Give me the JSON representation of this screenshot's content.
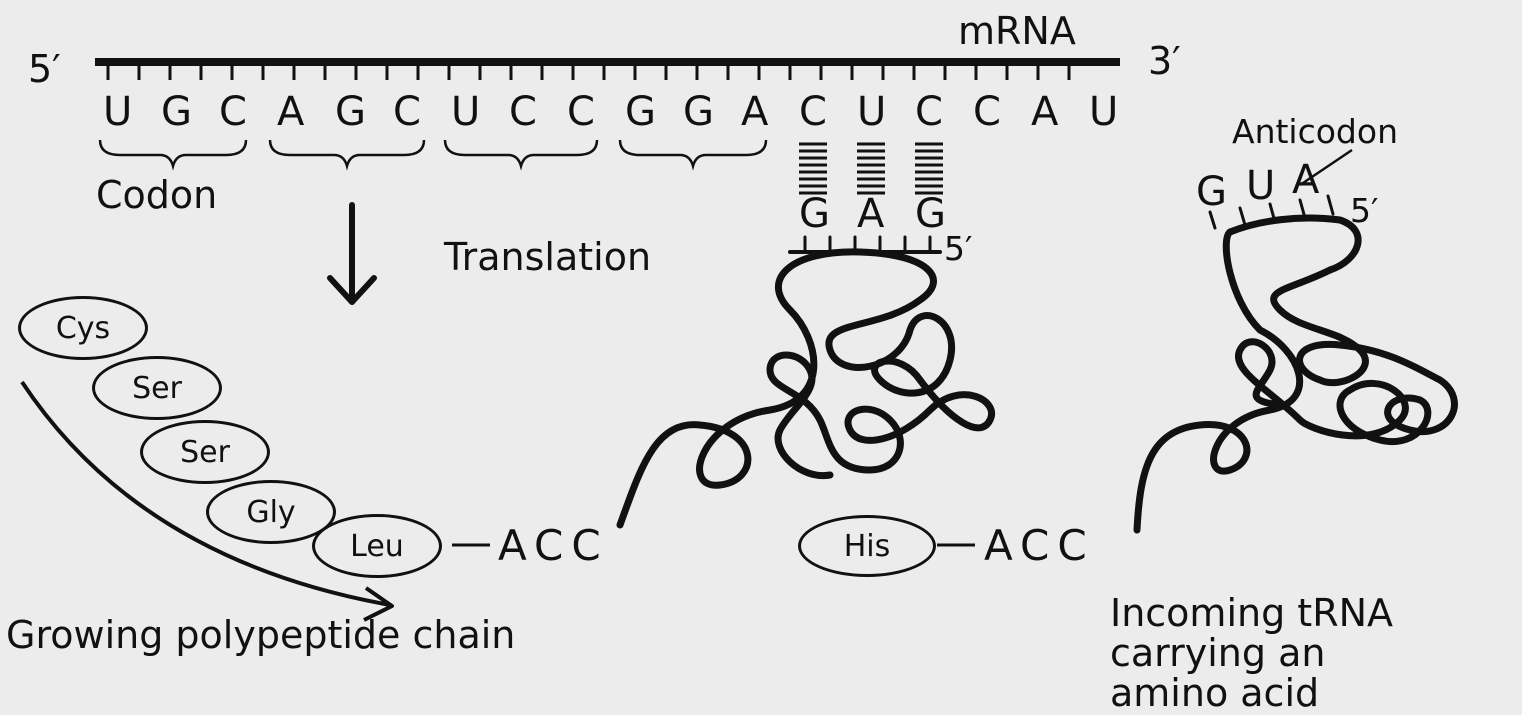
{
  "mrna": {
    "label": "mRNA",
    "five_prime": "5′",
    "three_prime": "3′",
    "sequence": "UGCAGCUCCGGACUCCAU",
    "codon_label": "Codon"
  },
  "process_label": "Translation",
  "chain": {
    "residues": [
      "Cys",
      "Ser",
      "Ser",
      "Gly",
      "Leu"
    ],
    "terminal": "ACC",
    "label": "Growing polypeptide chain"
  },
  "bound_trna": {
    "anticodon": [
      "G",
      "A",
      "G"
    ],
    "five_prime": "5′"
  },
  "incoming_trna": {
    "anticodon": [
      "G",
      "U",
      "A"
    ],
    "five_prime": "5′",
    "anticodon_label": "Anticodon",
    "amino_acid": "His",
    "terminal": "ACC",
    "caption": [
      "Incoming tRNA",
      "carrying an",
      "amino acid"
    ]
  }
}
